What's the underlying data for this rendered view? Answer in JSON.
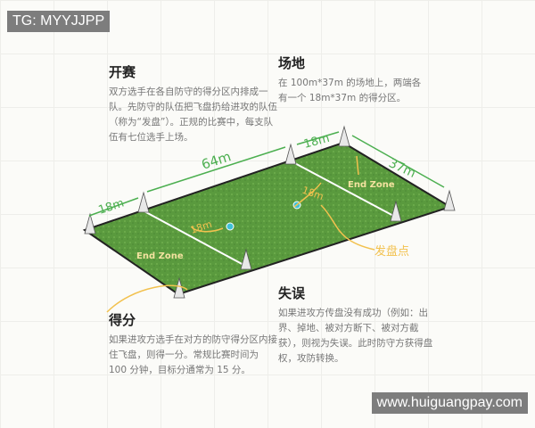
{
  "watermarks": {
    "top_left": "TG: MYYJJPP",
    "bottom_right": "www.huiguangpay.com"
  },
  "sections": {
    "kickoff": {
      "title": "开赛",
      "text": "双方选手在各自防守的得分区内排成一队。先防守的队伍把飞盘扔给进攻的队伍（称为“发盘”）。正规的比赛中，每支队伍有七位选手上场。"
    },
    "field": {
      "title": "场地",
      "text": "在 100m*37m 的场地上，两端各有一个 18m*37m 的得分区。"
    },
    "scoring": {
      "title": "得分",
      "text": "如果进攻方选手在对方的防守得分区内接住飞盘，则得一分。常规比赛时间为 100 分钟，目标分通常为 15 分。"
    },
    "turnover": {
      "title": "失误",
      "text": "如果进攻方传盘没有成功（例如：出界、掉地、被对方断下、被对方截获），则视为失误。此时防守方获得盘权，攻防转换。"
    }
  },
  "diagram": {
    "labels": {
      "endzone_left": "End Zone",
      "endzone_right": "End Zone",
      "len_left": "18m",
      "len_mid": "64m",
      "len_top": "18m",
      "width": "37m",
      "brick_left": "18m",
      "brick_right": "18m",
      "pull_point": "发盘点"
    },
    "colors": {
      "grass": "#5a9a3e",
      "annotation": "#4caf50",
      "highlight": "#f2c14e",
      "disc": "#3fc0d8"
    }
  }
}
